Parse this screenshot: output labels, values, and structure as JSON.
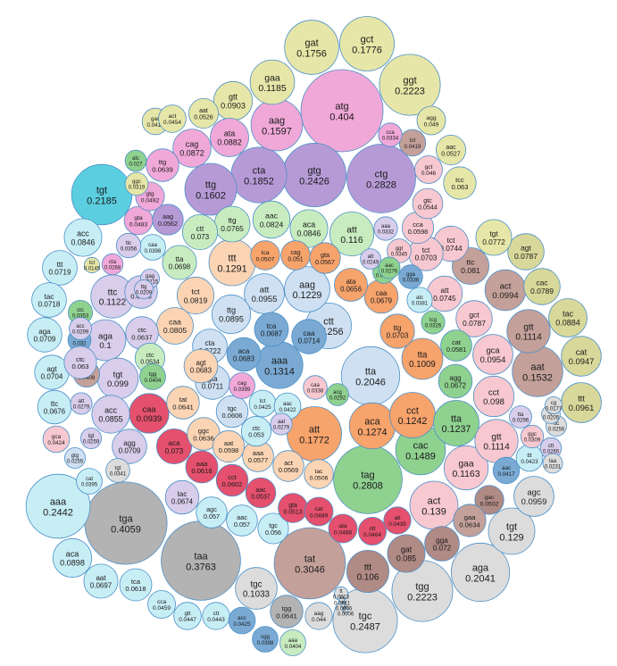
{
  "chart_data": {
    "type": "packed-bubble",
    "title": "",
    "colors": {
      "cyan": "#5bcfe0",
      "lightcyan": "#c8eef5",
      "pink": "#f0a8d8",
      "purple": "#b69ad6",
      "lavender": "#d8cdeb",
      "green": "#8fd18f",
      "lightgreen": "#c8ecc0",
      "orange": "#f7a36c",
      "peach": "#fbd4b4",
      "blue": "#7aaad4",
      "lightblue": "#cfe0f2",
      "red": "#e4506d",
      "rose": "#f7c8d0",
      "olive": "#e6e6a8",
      "khaki": "#d8d89a",
      "brown": "#c4a09a",
      "darkbrown": "#b08a85",
      "gray": "#b3b3b3",
      "lightgray": "#dcdcdc",
      "stroke": "#4a90c8"
    },
    "bubbles": [
      {
        "label": "atg",
        "value": 0.404,
        "color": "pink"
      },
      {
        "label": "tga",
        "value": 0.4059,
        "color": "gray"
      },
      {
        "label": "taa",
        "value": 0.3763,
        "color": "gray"
      },
      {
        "label": "tat",
        "value": 0.3046,
        "color": "brown"
      },
      {
        "label": "ctg",
        "value": 0.2828,
        "color": "purple"
      },
      {
        "label": "tag",
        "value": 0.2808,
        "color": "green"
      },
      {
        "label": "tgc",
        "value": 0.2487,
        "color": "lightgray"
      },
      {
        "label": "aaa",
        "value": 0.2442,
        "color": "lightcyan"
      },
      {
        "label": "gtg",
        "value": 0.2426,
        "color": "purple"
      },
      {
        "label": "ggt",
        "value": 0.2223,
        "color": "olive"
      },
      {
        "label": "tgg",
        "value": 0.2223,
        "color": "lightgray"
      },
      {
        "label": "tgt",
        "value": 0.2185,
        "color": "cyan"
      },
      {
        "label": "tta",
        "value": 0.2046,
        "color": "lightblue"
      },
      {
        "label": "aga",
        "value": 0.2041,
        "color": "lightgray"
      },
      {
        "label": "cta",
        "value": 0.1852,
        "color": "purple"
      },
      {
        "label": "gct",
        "value": 0.1776,
        "color": "olive"
      },
      {
        "label": "att",
        "value": 0.1772,
        "color": "orange"
      },
      {
        "label": "gat",
        "value": 0.1756,
        "color": "olive"
      },
      {
        "label": "ttg",
        "value": 0.1602,
        "color": "purple"
      },
      {
        "label": "aag",
        "value": 0.1597,
        "color": "pink"
      },
      {
        "label": "aat",
        "value": 0.1532,
        "color": "brown"
      },
      {
        "label": "cac",
        "value": 0.1489,
        "color": "green"
      },
      {
        "label": "act",
        "value": 0.139,
        "color": "rose"
      },
      {
        "label": "aaa",
        "value": 0.1314,
        "color": "blue"
      },
      {
        "label": "ttt",
        "value": 0.1291,
        "color": "peach"
      },
      {
        "label": "tgt",
        "value": 0.129,
        "color": "lightgray"
      },
      {
        "label": "aca",
        "value": 0.1274,
        "color": "orange"
      },
      {
        "label": "ctt",
        "value": 0.1256,
        "color": "lightblue"
      },
      {
        "label": "cct",
        "value": 0.1242,
        "color": "orange"
      },
      {
        "label": "tta",
        "value": 0.1237,
        "color": "green"
      },
      {
        "label": "aag",
        "value": 0.1229,
        "color": "lightblue"
      },
      {
        "label": "gaa",
        "value": 0.1185,
        "color": "olive"
      },
      {
        "label": "gaa",
        "value": 0.1163,
        "color": "rose"
      },
      {
        "label": "att",
        "value": 0.116,
        "color": "lightgreen"
      },
      {
        "label": "ttc",
        "value": 0.1122,
        "color": "lavender"
      },
      {
        "label": "gtt",
        "value": 0.1114,
        "color": "rose"
      },
      {
        "label": "gtt",
        "value": 0.1114,
        "color": "brown"
      },
      {
        "label": "ttt",
        "value": 0.106,
        "color": "darkbrown"
      },
      {
        "label": "tgc",
        "value": 0.1033,
        "color": "lightgray"
      },
      {
        "label": "aga",
        "value": 0.1,
        "color": "lavender"
      },
      {
        "label": "tta",
        "value": 0.1009,
        "color": "orange"
      },
      {
        "label": "act",
        "value": 0.0994,
        "color": "brown"
      },
      {
        "label": "tgt",
        "value": 0.099,
        "color": "lavender"
      },
      {
        "label": "cct",
        "value": 0.098,
        "color": "rose"
      },
      {
        "label": "ttt",
        "value": 0.0961,
        "color": "khaki"
      },
      {
        "label": "agc",
        "value": 0.0959,
        "color": "lightgray"
      },
      {
        "label": "att",
        "value": 0.0955,
        "color": "lightblue"
      },
      {
        "label": "gca",
        "value": 0.0954,
        "color": "rose"
      },
      {
        "label": "cat",
        "value": 0.0947,
        "color": "khaki"
      },
      {
        "label": "caa",
        "value": 0.0939,
        "color": "red"
      },
      {
        "label": "gtt",
        "value": 0.0903,
        "color": "olive"
      },
      {
        "label": "ttg",
        "value": 0.0895,
        "color": "lightblue"
      },
      {
        "label": "aca",
        "value": 0.0898,
        "color": "lightcyan"
      },
      {
        "label": "tac",
        "value": 0.0884,
        "color": "khaki"
      },
      {
        "label": "ata",
        "value": 0.0882,
        "color": "pink"
      },
      {
        "label": "cag",
        "value": 0.0872,
        "color": "pink"
      },
      {
        "label": "gat",
        "value": 0.085,
        "color": "darkbrown"
      },
      {
        "label": "aca",
        "value": 0.0846,
        "color": "lightgreen"
      },
      {
        "label": "acc",
        "value": 0.0846,
        "color": "lightcyan"
      },
      {
        "label": "acc",
        "value": 0.0855,
        "color": "lavender"
      },
      {
        "label": "aac",
        "value": 0.0824,
        "color": "lightgreen"
      },
      {
        "label": "tct",
        "value": 0.0819,
        "color": "peach"
      },
      {
        "label": "caa",
        "value": 0.0805,
        "color": "peach"
      },
      {
        "label": "cac",
        "value": 0.0789,
        "color": "khaki"
      },
      {
        "label": "agt",
        "value": 0.0787,
        "color": "khaki"
      },
      {
        "label": "gct",
        "value": 0.0787,
        "color": "rose"
      },
      {
        "label": "ttc",
        "value": 0.081,
        "color": "brown"
      },
      {
        "label": "ttg",
        "value": 0.0765,
        "color": "lightgreen"
      },
      {
        "label": "att",
        "value": 0.0745,
        "color": "rose"
      },
      {
        "label": "tct",
        "value": 0.0744,
        "color": "rose"
      },
      {
        "label": "tgt",
        "value": 0.0772,
        "color": "olive"
      },
      {
        "label": "caa",
        "value": 0.0714,
        "color": "blue"
      },
      {
        "label": "cta",
        "value": 0.0722,
        "color": "lightblue"
      },
      {
        "label": "ctt",
        "value": 0.073,
        "color": "lightgreen"
      },
      {
        "label": "aca",
        "value": 0.073,
        "color": "red"
      },
      {
        "label": "tcc",
        "value": 0.063,
        "color": "olive"
      },
      {
        "label": "gta",
        "value": 0.0711,
        "color": "lightblue"
      },
      {
        "label": "agg",
        "value": 0.0709,
        "color": "lavender"
      },
      {
        "label": "aga",
        "value": 0.0709,
        "color": "lightcyan"
      },
      {
        "label": "tca",
        "value": 0.0687,
        "color": "blue"
      },
      {
        "label": "aat",
        "value": 0.0697,
        "color": "lightcyan"
      },
      {
        "label": "ttt",
        "value": 0.0719,
        "color": "lightcyan"
      },
      {
        "label": "tac",
        "value": 0.0718,
        "color": "lightcyan"
      },
      {
        "label": "agt",
        "value": 0.0704,
        "color": "lightcyan"
      },
      {
        "label": "ttg",
        "value": 0.0703,
        "color": "orange"
      },
      {
        "label": "tct",
        "value": 0.0703,
        "color": "rose"
      },
      {
        "label": "tta",
        "value": 0.0698,
        "color": "lightgreen"
      },
      {
        "label": "aca",
        "value": 0.0683,
        "color": "blue"
      },
      {
        "label": "agt",
        "value": 0.0683,
        "color": "peach"
      },
      {
        "label": "ttc",
        "value": 0.0676,
        "color": "lightcyan"
      },
      {
        "label": "tac",
        "value": 0.0674,
        "color": "lavender"
      },
      {
        "label": "agg",
        "value": 0.0672,
        "color": "green"
      },
      {
        "label": "caa",
        "value": 0.0679,
        "color": "orange"
      },
      {
        "label": "ata",
        "value": 0.0656,
        "color": "orange"
      },
      {
        "label": "tgg",
        "value": 0.0641,
        "color": "gray"
      },
      {
        "label": "tat",
        "value": 0.0641,
        "color": "peach"
      },
      {
        "label": "ttg",
        "value": 0.0639,
        "color": "pink"
      },
      {
        "label": "cca",
        "value": 0.0638,
        "color": "lavender"
      },
      {
        "label": "ctc",
        "value": 0.0637,
        "color": "lavender"
      },
      {
        "label": "ggc",
        "value": 0.0636,
        "color": "peach"
      },
      {
        "label": "tgc",
        "value": 0.0606,
        "color": "lightblue"
      },
      {
        "label": "aaa",
        "value": 0.0618,
        "color": "red"
      },
      {
        "label": "tca",
        "value": 0.0618,
        "color": "lightcyan"
      },
      {
        "label": "cct",
        "value": 0.0602,
        "color": "red"
      },
      {
        "label": "cca",
        "value": 0.0598,
        "color": "rose"
      },
      {
        "label": "aat",
        "value": 0.0598,
        "color": "peach"
      },
      {
        "label": "cat",
        "value": 0.0581,
        "color": "green"
      },
      {
        "label": "aaa",
        "value": 0.0577,
        "color": "peach"
      },
      {
        "label": "gta",
        "value": 0.0483,
        "color": "pink"
      },
      {
        "label": "tca",
        "value": 0.0507,
        "color": "orange"
      },
      {
        "label": "cag",
        "value": 0.051,
        "color": "orange"
      },
      {
        "label": "gta",
        "value": 0.0567,
        "color": "orange"
      },
      {
        "label": "aag",
        "value": 0.0562,
        "color": "purple"
      },
      {
        "label": "gac",
        "value": 0.0416,
        "color": "olive"
      },
      {
        "label": "gtt",
        "value": 0.0447,
        "color": "lightcyan"
      },
      {
        "label": "ctt",
        "value": 0.0443,
        "color": "lightcyan"
      },
      {
        "label": "cca",
        "value": 0.0459,
        "color": "lightcyan"
      },
      {
        "label": "gtc",
        "value": 0.0544,
        "color": "rose"
      },
      {
        "label": "ctc",
        "value": 0.0534,
        "color": "lightgreen"
      },
      {
        "label": "ctc",
        "value": 0.053,
        "color": "lightcyan"
      },
      {
        "label": "aac",
        "value": 0.0527,
        "color": "olive"
      },
      {
        "label": "aat",
        "value": 0.0526,
        "color": "olive"
      },
      {
        "label": "ggt",
        "value": 0.0345,
        "color": "rose"
      },
      {
        "label": "gga",
        "value": 0.072,
        "color": "darkbrown"
      },
      {
        "label": "gac",
        "value": 0.0502,
        "color": "darkbrown"
      },
      {
        "label": "aac",
        "value": 0.057,
        "color": "lightcyan"
      },
      {
        "label": "agc",
        "value": 0.057,
        "color": "lightcyan"
      },
      {
        "label": "tgc",
        "value": 0.056,
        "color": "lightcyan"
      },
      {
        "label": "act",
        "value": 0.0569,
        "color": "peach"
      },
      {
        "label": "tac",
        "value": 0.0506,
        "color": "peach"
      },
      {
        "label": "gaa",
        "value": 0.0634,
        "color": "brown"
      },
      {
        "label": "gta",
        "value": 0.0513,
        "color": "red"
      },
      {
        "label": "aac",
        "value": 0.0537,
        "color": "red"
      },
      {
        "label": "cat",
        "value": 0.0489,
        "color": "red"
      },
      {
        "label": "ata",
        "value": 0.0486,
        "color": "red"
      },
      {
        "label": "ctt",
        "value": 0.0464,
        "color": "red"
      },
      {
        "label": "att",
        "value": 0.0439,
        "color": "red"
      },
      {
        "label": "agg",
        "value": 0.049,
        "color": "olive"
      },
      {
        "label": "gct",
        "value": 0.046,
        "color": "rose"
      },
      {
        "label": "gtg",
        "value": 0.0492,
        "color": "pink"
      },
      {
        "label": "act",
        "value": 0.0454,
        "color": "olive"
      },
      {
        "label": "aag",
        "value": 0.044,
        "color": "lightgray"
      },
      {
        "label": "tgg",
        "value": 0.0404,
        "color": "green"
      },
      {
        "label": "aaa",
        "value": 0.0404,
        "color": "lightgreen"
      },
      {
        "label": "caa",
        "value": 0.0398,
        "color": "lightcyan"
      },
      {
        "label": "cag",
        "value": 0.0399,
        "color": "pink"
      },
      {
        "label": "acc",
        "value": 0.0425,
        "color": "blue"
      },
      {
        "label": "tct",
        "value": 0.0425,
        "color": "lightcyan"
      },
      {
        "label": "aac",
        "value": 0.0417,
        "color": "blue"
      },
      {
        "label": "tct",
        "value": 0.0419,
        "color": "brown"
      },
      {
        "label": "gca",
        "value": 0.0424,
        "color": "rose"
      },
      {
        "label": "aac",
        "value": 0.0422,
        "color": "lightcyan"
      },
      {
        "label": "cgg",
        "value": 0.0398,
        "color": "blue"
      },
      {
        "label": "ttt",
        "value": 0.0423,
        "color": "lightcyan"
      },
      {
        "label": "tgc",
        "value": 0.0409,
        "color": "brown"
      },
      {
        "label": "att",
        "value": 0.0279,
        "color": "lavender"
      },
      {
        "label": "aat",
        "value": 0.0279,
        "color": "lavender"
      },
      {
        "label": "gtg",
        "value": 0.0255,
        "color": "lightblue"
      },
      {
        "label": "cat",
        "value": 0.0395,
        "color": "lightcyan"
      },
      {
        "label": "atc",
        "value": 0.0381,
        "color": "lightcyan"
      },
      {
        "label": "tcg",
        "value": 0.0326,
        "color": "green"
      },
      {
        "label": "ctc",
        "value": 0.0353,
        "color": "green"
      },
      {
        "label": "aaa",
        "value": 0.0332,
        "color": "lavender"
      },
      {
        "label": "cca",
        "value": 0.0334,
        "color": "pink"
      },
      {
        "label": "caa",
        "value": 0.0338,
        "color": "rose"
      },
      {
        "label": "gga",
        "value": 0.0336,
        "color": "blue"
      },
      {
        "label": "tcg",
        "value": 0.0292,
        "color": "green"
      },
      {
        "label": "acg",
        "value": 0.0292,
        "color": "green"
      },
      {
        "label": "act",
        "value": 0.032,
        "color": "blue"
      },
      {
        "label": "ttc",
        "value": 0.0356,
        "color": "lavender"
      },
      {
        "label": "cta",
        "value": 0.0268,
        "color": "pink"
      },
      {
        "label": "att",
        "value": 0.0249,
        "color": "lavender"
      },
      {
        "label": "aac",
        "value": 0.0276,
        "color": "green"
      },
      {
        "label": "atc",
        "value": 0.027,
        "color": "green"
      },
      {
        "label": "ggc",
        "value": 0.0319,
        "color": "olive"
      },
      {
        "label": "tct",
        "value": 0.0145,
        "color": "olive"
      },
      {
        "label": "gag",
        "value": 0.0215,
        "color": "lavender"
      },
      {
        "label": "ttg",
        "value": 0.0209,
        "color": "lavender"
      },
      {
        "label": "ctc",
        "value": 0.063,
        "color": "lavender"
      },
      {
        "label": "acc",
        "value": 0.0299,
        "color": "lavender"
      },
      {
        "label": "tta",
        "value": 0.0296,
        "color": "lavender"
      },
      {
        "label": "ggc",
        "value": 0.0309,
        "color": "rose"
      },
      {
        "label": "tgt",
        "value": 0.0341,
        "color": "lightgray"
      },
      {
        "label": "tgt",
        "value": 0.0259,
        "color": "lavender"
      },
      {
        "label": "ctt",
        "value": 0.0265,
        "color": "lavender"
      },
      {
        "label": "taa",
        "value": 0.0231,
        "color": "lightgray"
      },
      {
        "label": "ttc",
        "value": 0.0256,
        "color": "lightgray"
      },
      {
        "label": "tgt",
        "value": 0.0205,
        "color": "lightgray"
      },
      {
        "label": "cg",
        "value": 0.0177,
        "color": "lightgray"
      },
      {
        "label": "tt",
        "value": 0.0113,
        "color": "lightgray"
      },
      {
        "label": "ta",
        "value": 0.0011,
        "color": "lightgray"
      },
      {
        "label": "tg",
        "value": 0.0006,
        "color": "lightgray"
      },
      {
        "label": "gc",
        "value": 0.0006,
        "color": "lightgray"
      }
    ]
  }
}
